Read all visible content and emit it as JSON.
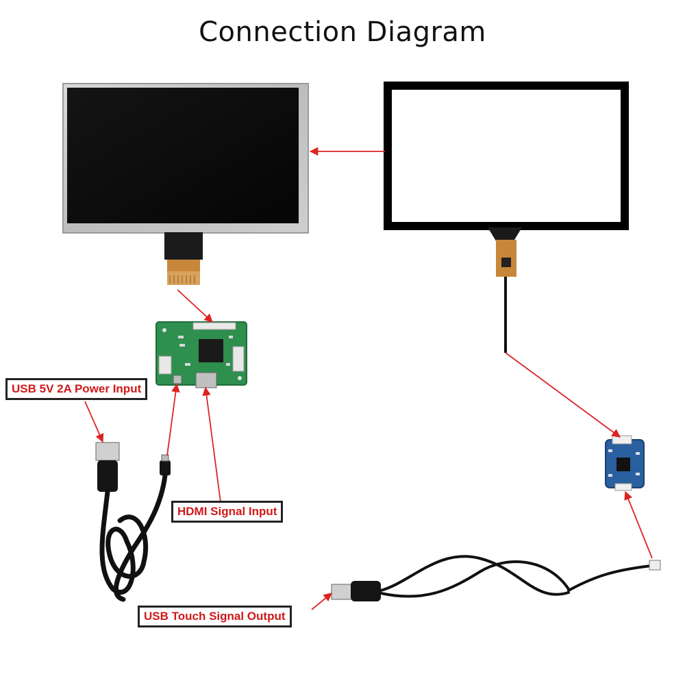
{
  "title": "Connection Diagram",
  "labels": {
    "power_input": "USB 5V 2A Power Input",
    "hdmi_input": "HDMI Signal Input",
    "touch_output": "USB Touch Signal Output"
  },
  "colors": {
    "arrow": "#dd2222",
    "label_text": "#d01818",
    "label_border": "#222222",
    "pcb_green": "#2f8f4e",
    "pcb_blue": "#2a5fa0",
    "fpc": "#c8863a"
  },
  "components": [
    "LCD display panel",
    "Capacitive touch panel",
    "HDMI driver board",
    "USB touch controller board",
    "USB power cable",
    "USB touch cable"
  ]
}
